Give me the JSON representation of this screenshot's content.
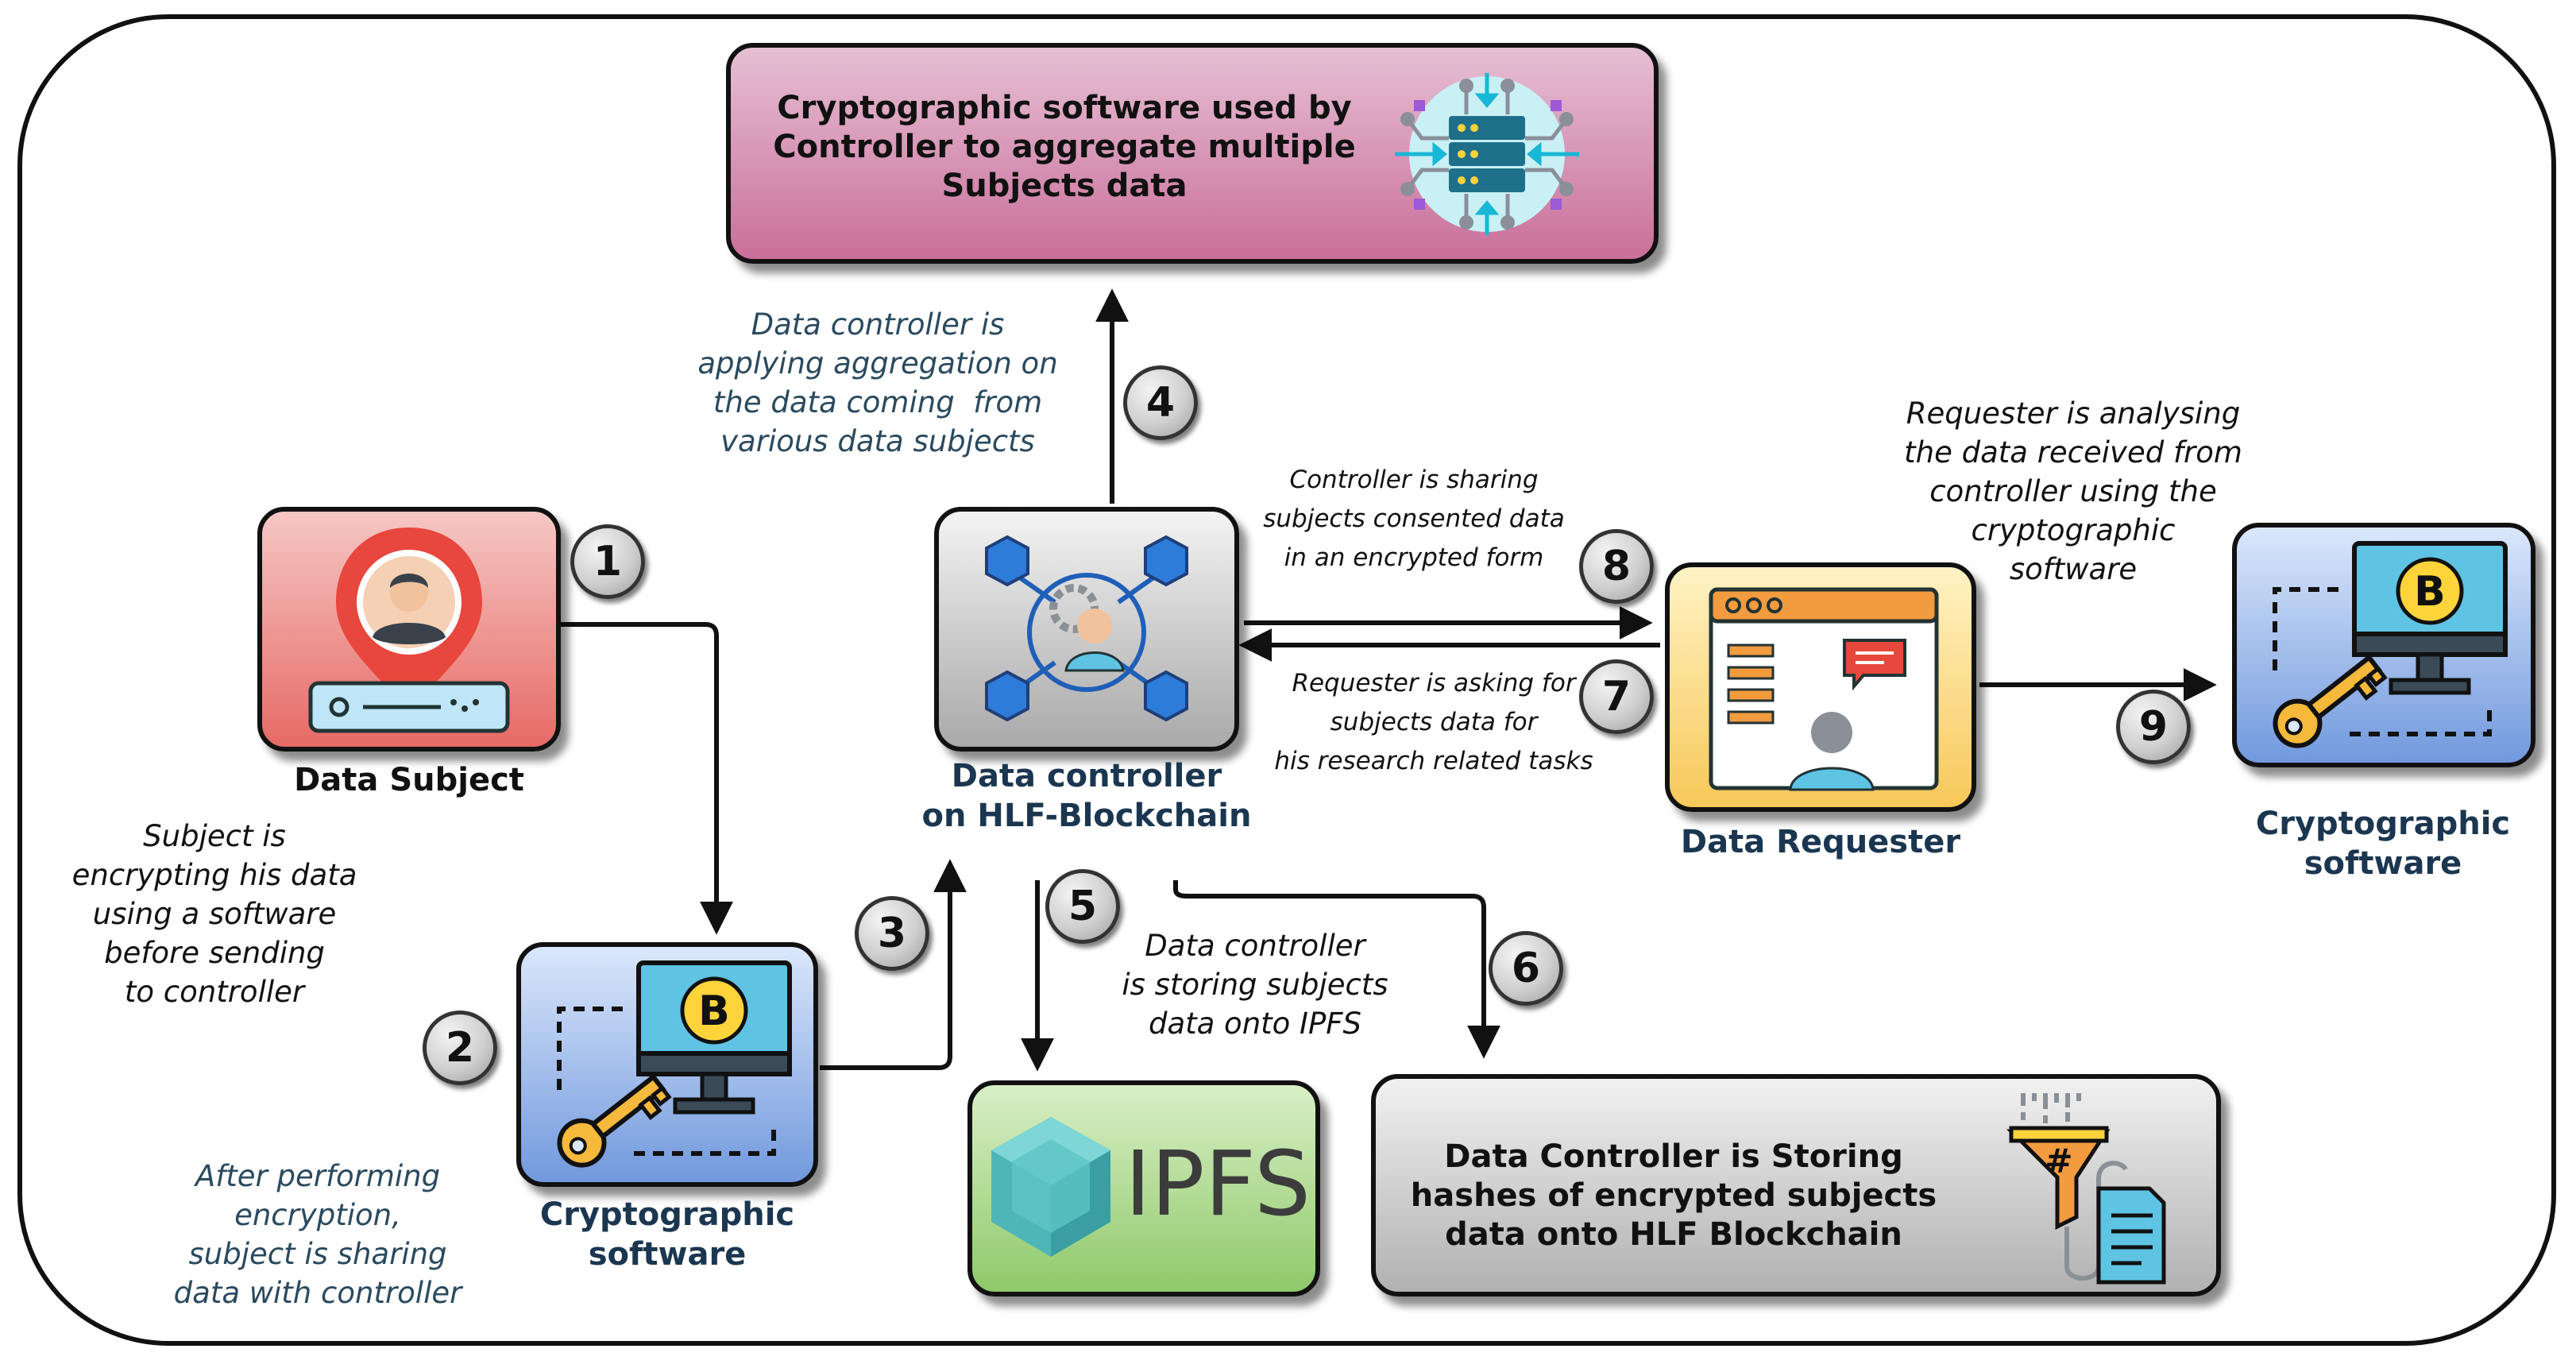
{
  "aggregation_box": {
    "title": "Cryptographic software used by\nController to aggregate multiple\nSubjects data"
  },
  "data_subject": {
    "label": "Data Subject"
  },
  "data_controller": {
    "label": "Data controller\non HLF-Blockchain"
  },
  "data_requester": {
    "label": "Data Requester"
  },
  "crypto_left": {
    "label": "Cryptographic\nsoftware"
  },
  "crypto_right": {
    "label": "Cryptographic\nsoftware"
  },
  "ipfs": {
    "label": "IPFS"
  },
  "hash_box": {
    "title": "Data Controller is Storing\nhashes of encrypted subjects\ndata onto HLF Blockchain"
  },
  "notes": {
    "subject_encrypting": "Subject is\nencrypting his data\nusing a software\nbefore sending\nto controller",
    "after_encryption": "After performing\nencryption,\nsubject is sharing\ndata with controller",
    "controller_aggregating": "Data controller is\napplying aggregation on\nthe data coming  from\nvarious data subjects",
    "controller_sharing": "Controller is sharing\nsubjects consented data\nin an encrypted form",
    "requester_asking": "Requester is asking for\nsubjects data for\nhis research related tasks",
    "requester_analysing": "Requester is analysing\nthe data received from\ncontroller using the\ncryptographic\nsoftware",
    "controller_ipfs": "Data controller\nis storing subjects\ndata onto IPFS"
  },
  "steps": [
    "1",
    "2",
    "3",
    "4",
    "5",
    "6",
    "7",
    "8",
    "9"
  ],
  "colors": {
    "aggregation_top": "#e6bfd3",
    "aggregation_bottom": "#c96f9a",
    "subject_top": "#f6c7c4",
    "subject_bottom": "#e66a66",
    "controller_top": "#f3f3f3",
    "controller_bottom": "#a9a9a9",
    "requester_top": "#fff3c4",
    "requester_bottom": "#f8c85a",
    "crypto_top": "#dbe7fb",
    "crypto_bottom": "#7199dd",
    "ipfs_top": "#d9efc6",
    "ipfs_bottom": "#8fc96a",
    "hash_top": "#f1f1f1",
    "hash_bottom": "#b1b1b1",
    "navy_text": "#1b3650"
  }
}
